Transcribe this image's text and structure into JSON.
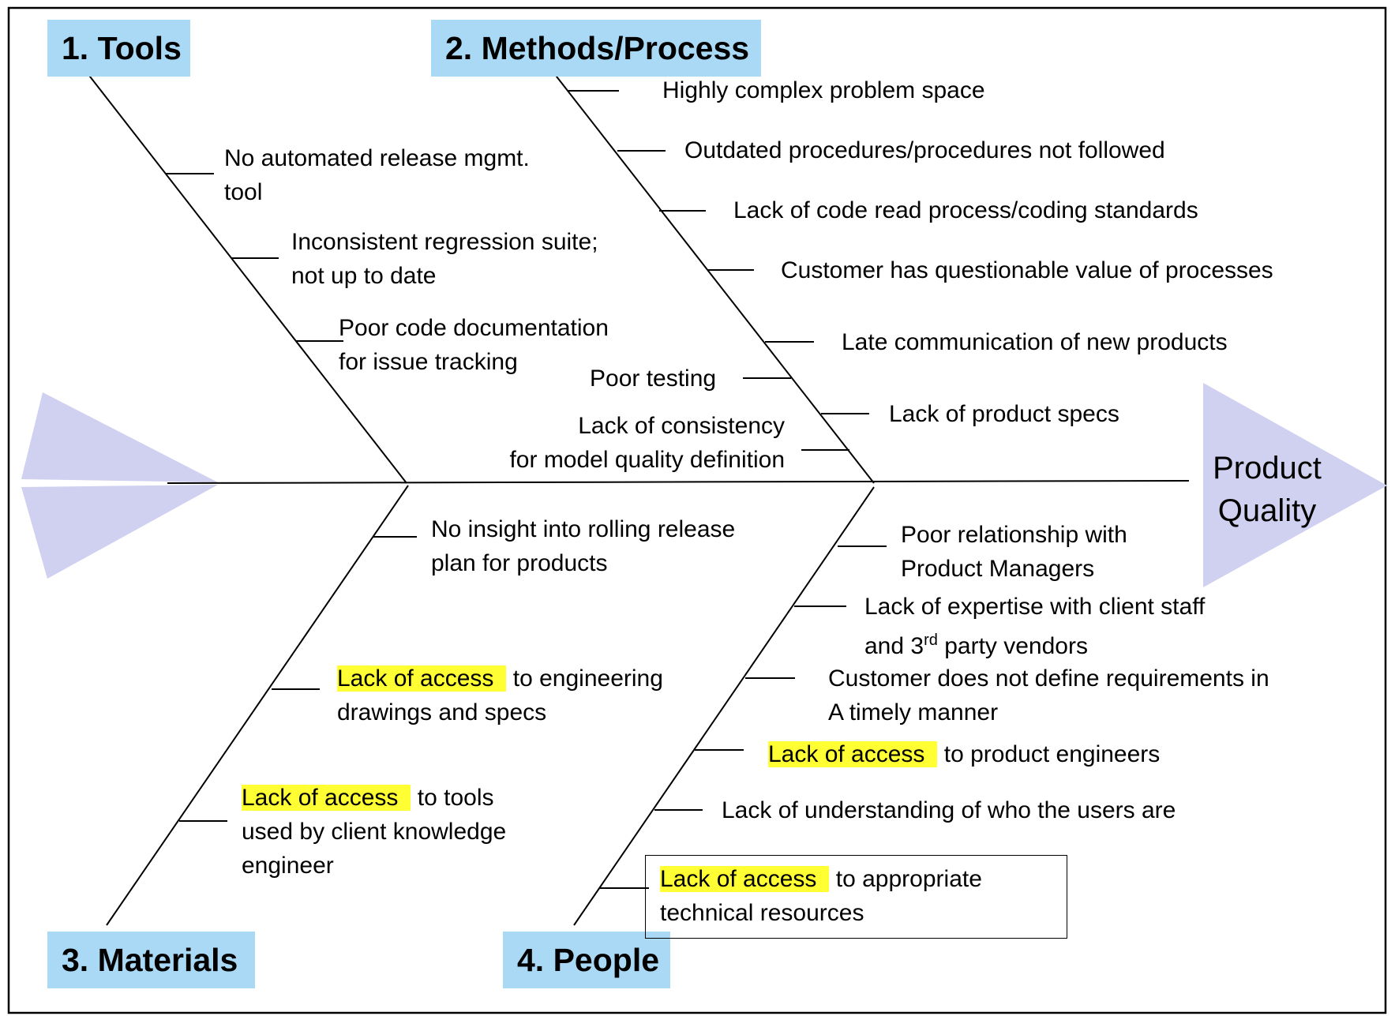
{
  "categories": {
    "tools": "1. Tools",
    "methods": "2. Methods/Process",
    "materials": "3. Materials",
    "people": "4. People"
  },
  "effect": {
    "line1": "Product",
    "line2": "Quality"
  },
  "colors": {
    "category_fill": "#a9d9f5",
    "arrow_fill": "#d0d0f0",
    "highlight": "#ffff33",
    "line": "#000000"
  },
  "causes": {
    "tools": [
      {
        "l1": "No automated release mgmt.",
        "l2": "tool"
      },
      {
        "l1": "Inconsistent regression suite;",
        "l2": "not up to date"
      },
      {
        "l1": "Poor code documentation",
        "l2": "for issue tracking"
      }
    ],
    "methods": [
      "Highly complex problem space",
      "Outdated procedures/procedures not followed",
      "Lack of code read process/coding standards",
      "Customer has questionable value of processes",
      "Late communication of new products",
      "Poor testing",
      "Lack of product specs",
      {
        "l1": "Lack of consistency",
        "l2": "for model quality definition"
      }
    ],
    "materials": [
      {
        "l1": "No insight into rolling release",
        "l2": "plan for products"
      },
      {
        "hl": "Lack of access",
        "rest": " to engineering",
        "l2": "drawings and specs"
      },
      {
        "hl": "Lack of access",
        "rest": " to tools",
        "l2": "used by client knowledge",
        "l3": "engineer"
      }
    ],
    "people": [
      {
        "l1": "Poor relationship with",
        "l2": "Product Managers"
      },
      {
        "l1": "Lack of expertise with client staff",
        "l2a": "and 3",
        "sup": "rd",
        "l2b": " party vendors"
      },
      {
        "l1": "Customer does not define requirements in",
        "l2": "A timely manner"
      },
      {
        "hl": "Lack of access",
        "rest": " to product engineers"
      },
      "Lack of understanding of who the users are",
      {
        "hl": "Lack of access",
        "rest": " to appropriate",
        "l2": "technical resources"
      }
    ]
  }
}
